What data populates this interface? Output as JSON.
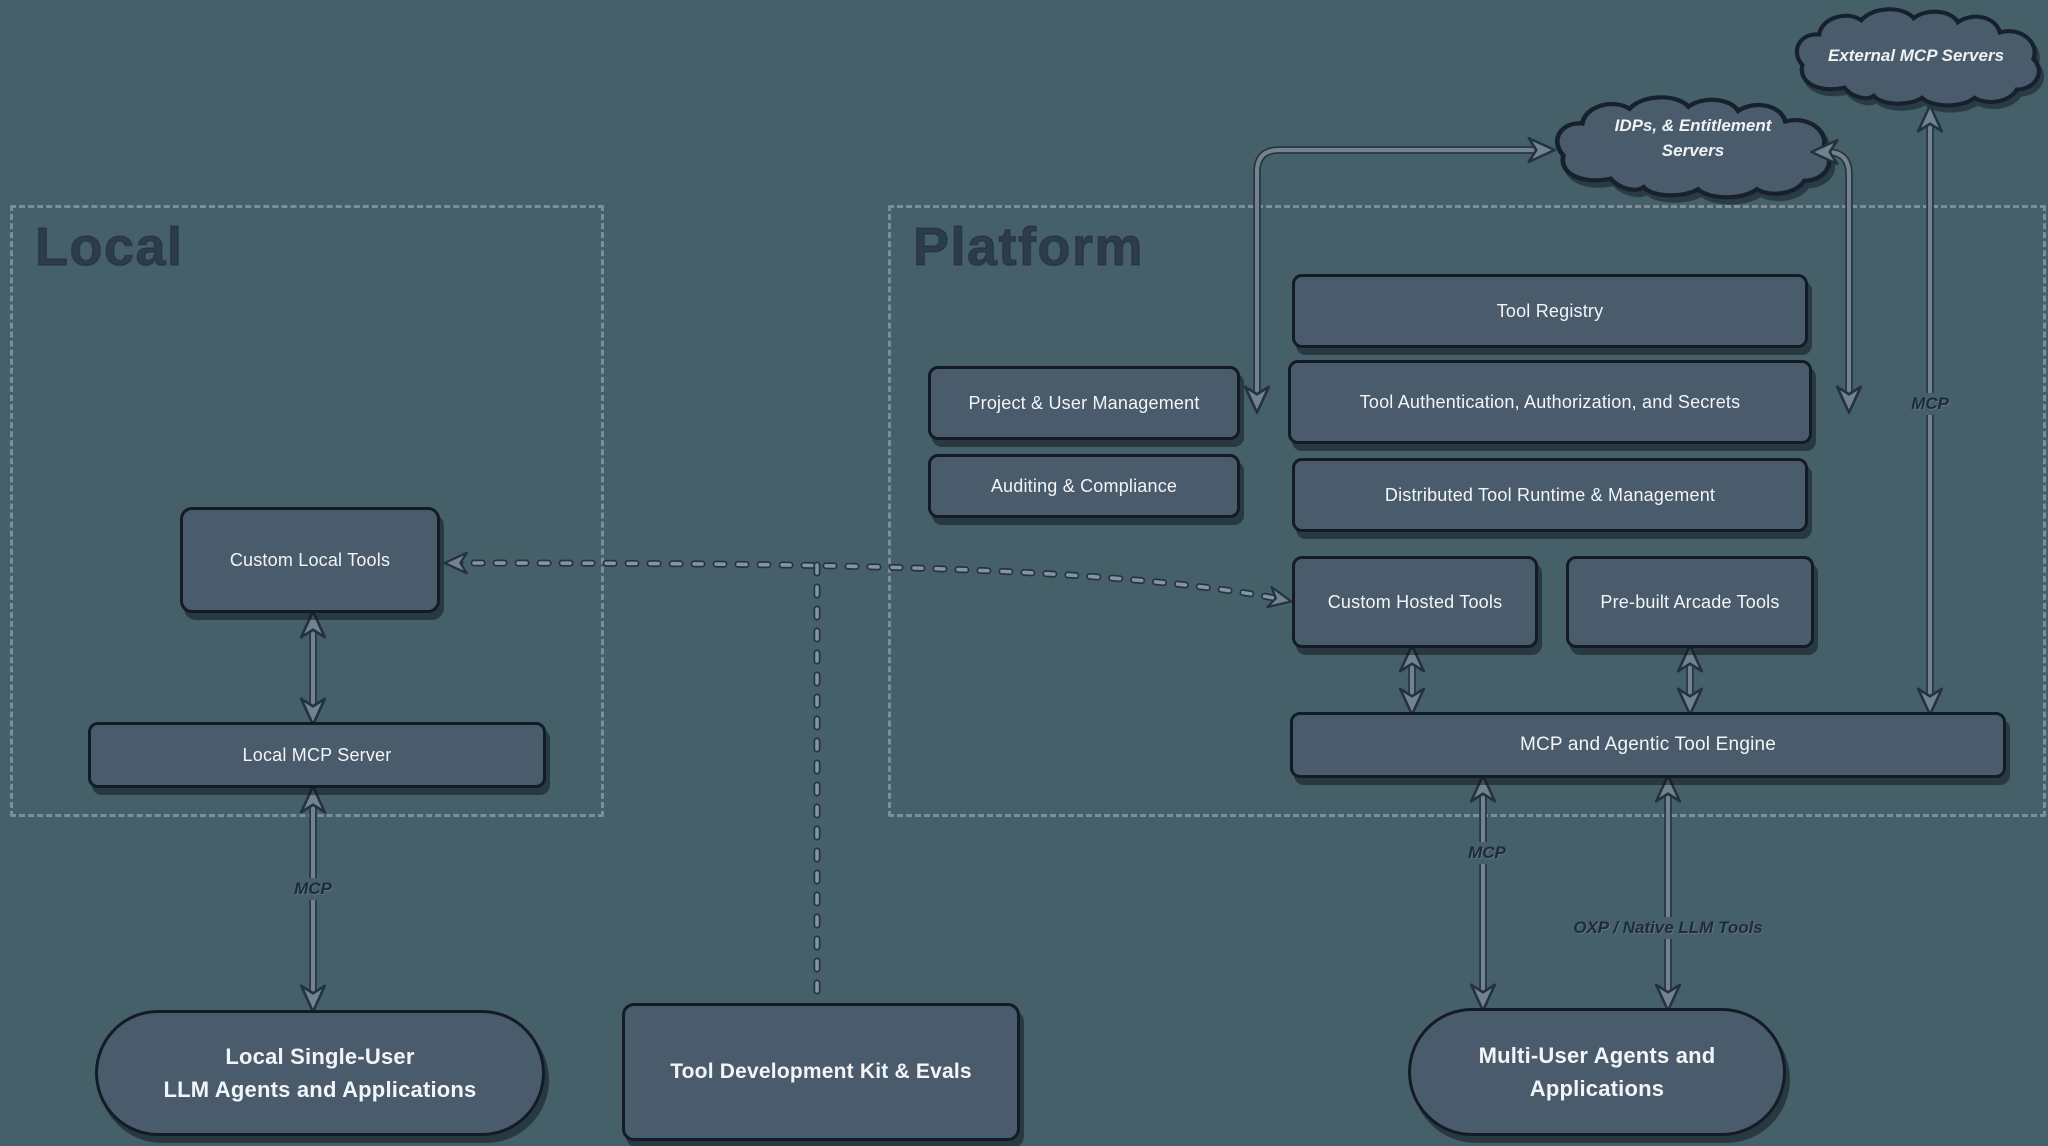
{
  "regions": {
    "local": {
      "label": "Local"
    },
    "platform": {
      "label": "Platform"
    }
  },
  "clouds": {
    "external_mcp": {
      "label": "External MCP Servers"
    },
    "idp": {
      "lines": [
        "IDPs, & Entitlement",
        "Servers"
      ]
    }
  },
  "nodes": {
    "tool_registry": {
      "label": "Tool Registry"
    },
    "tool_auth": {
      "label": "Tool Authentication, Authorization, and Secrets"
    },
    "distributed_runtime": {
      "label": "Distributed Tool Runtime & Management"
    },
    "project_user_mgmt": {
      "label": "Project & User Management"
    },
    "auditing": {
      "label": "Auditing & Compliance"
    },
    "custom_hosted": {
      "label": "Custom Hosted Tools"
    },
    "prebuilt_arcade": {
      "label": "Pre-built Arcade Tools"
    },
    "engine": {
      "label": "MCP and Agentic Tool Engine"
    },
    "custom_local": {
      "label": "Custom Local Tools"
    },
    "local_mcp_server": {
      "label": "Local MCP Server"
    },
    "local_single_user": {
      "lines": [
        "Local Single-User",
        "LLM Agents and Applications"
      ]
    },
    "tdk": {
      "label": "Tool Development Kit & Evals"
    },
    "multi_user": {
      "lines": [
        "Multi-User Agents and",
        "Applications"
      ]
    }
  },
  "edges": {
    "local_mcp": {
      "label": "MCP"
    },
    "external_mcp": {
      "label": "MCP"
    },
    "engine_mcp": {
      "label": "MCP"
    },
    "engine_oxp": {
      "label": "OXP / Native LLM Tools"
    }
  },
  "colors": {
    "background": "#46606A",
    "node_fill": "#4A5B6B",
    "node_border": "#121B26",
    "dashed_border": "#7E8D9C",
    "arrow_outline": "#25333F",
    "arrow_fill": "#73828F",
    "text_light": "#F2F5F7",
    "text_dark": "#1E2C3A"
  }
}
